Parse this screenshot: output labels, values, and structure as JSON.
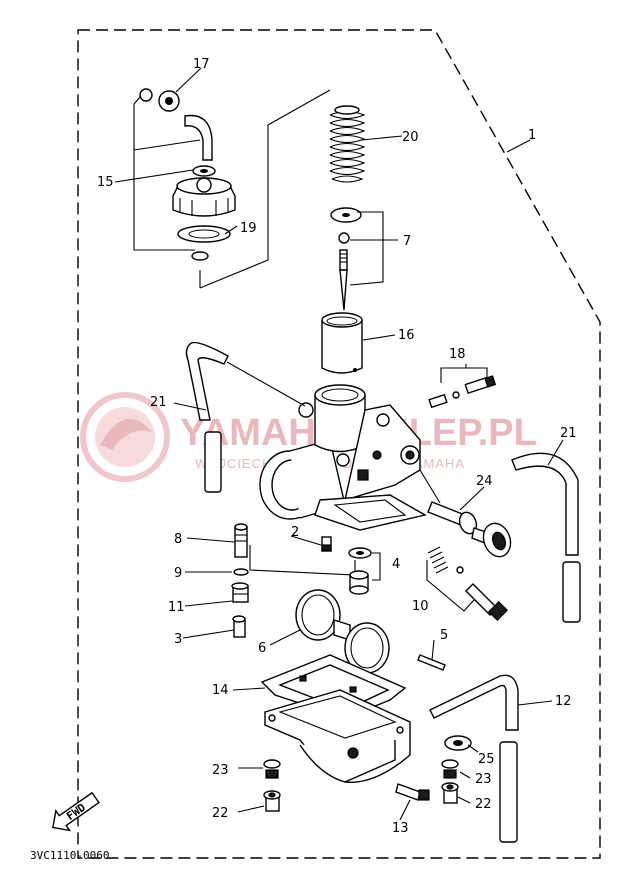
{
  "watermark": {
    "line1": "YAMAHA-SKLEP.PL",
    "line2": "WOJCIECH BANDO - DEALER YAMAHA",
    "color": "#e9b8bc"
  },
  "labels": {
    "p1": "1",
    "p2": "2",
    "p3": "3",
    "p4": "4",
    "p5": "5",
    "p6": "6",
    "p7": "7",
    "p8": "8",
    "p9": "9",
    "p10": "10",
    "p11": "11",
    "p12": "12",
    "p13": "13",
    "p14": "14",
    "p15": "15",
    "p16": "16",
    "p17": "17",
    "p18": "18",
    "p19": "19",
    "p20": "20",
    "p21a": "21",
    "p21b": "21",
    "p22a": "22",
    "p22b": "22",
    "p23a": "23",
    "p23b": "23",
    "p24": "24",
    "p25": "25"
  },
  "fwd": "FWD",
  "diagram_code": "3VC1110-0060"
}
